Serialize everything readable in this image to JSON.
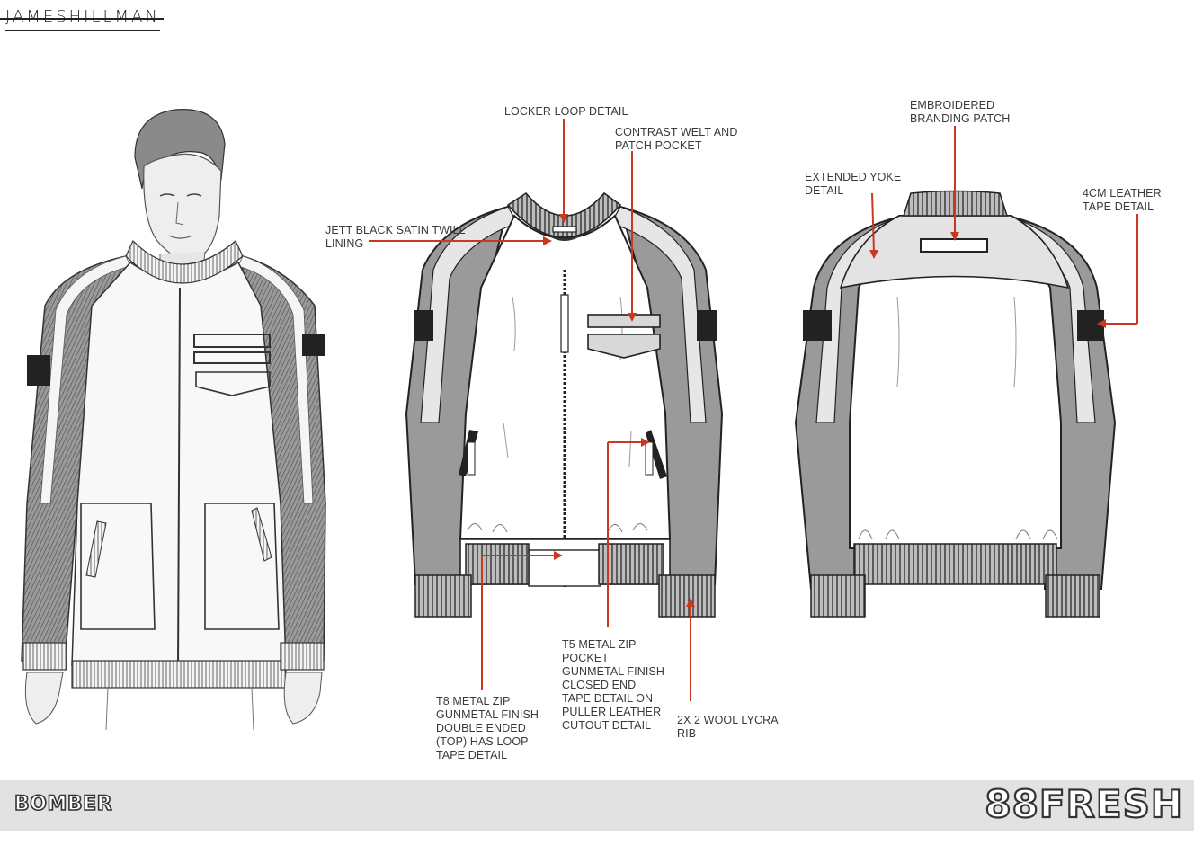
{
  "header": {
    "brand": "JAMESHILLMAN"
  },
  "callouts": {
    "locker_loop": "LOCKER LOOP DETAIL",
    "contrast_welt": "CONTRAST WELT AND\nPATCH POCKET",
    "jett_lining": "JETT BLACK SATIN TWILL\nLINING",
    "embroidered": "EMBROIDERED\nBRANDING PATCH",
    "extended_yoke": "EXTENDED YOKE\nDETAIL",
    "leather_tape": "4CM LEATHER\nTAPE DETAIL",
    "t5_zip": "T5 METAL ZIP\nPOCKET\nGUNMETAL FINISH\nCLOSED END\nTAPE DETAIL ON\nPULLER LEATHER\nCUTOUT DETAIL",
    "t8_zip": "T8 METAL ZIP\nGUNMETAL FINISH\nDOUBLE ENDED\n(TOP) HAS LOOP\nTAPE DETAIL",
    "rib": "2X 2 WOOL LYCRA\nRIB"
  },
  "footer": {
    "left": "BOMBER",
    "right": "88FRESH"
  },
  "colors": {
    "callout_line": "#c8391f",
    "sleeve_grey": "#9a9a9a",
    "body_white": "#ffffff",
    "yoke_grey": "#e3e3e3"
  }
}
